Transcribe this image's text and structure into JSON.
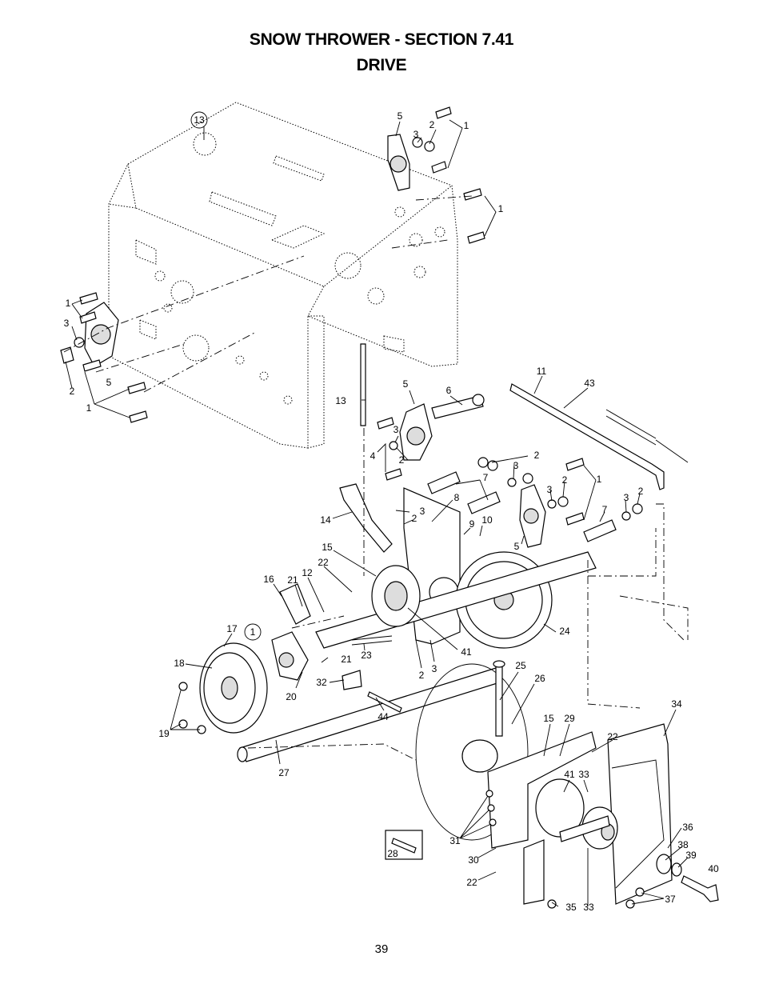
{
  "header": {
    "title_line1": "SNOW THROWER - SECTION 7.41",
    "title_line2": "DRIVE"
  },
  "footer": {
    "page_number": "39"
  },
  "callouts": [
    {
      "id": "c1",
      "text": "13"
    },
    {
      "id": "c2",
      "text": "5"
    },
    {
      "id": "c3",
      "text": "3"
    },
    {
      "id": "c4",
      "text": "2"
    },
    {
      "id": "c5",
      "text": "1"
    },
    {
      "id": "c6",
      "text": "1"
    },
    {
      "id": "c7",
      "text": "1"
    },
    {
      "id": "c8",
      "text": "3"
    },
    {
      "id": "c9",
      "text": "5"
    },
    {
      "id": "c10",
      "text": "2"
    },
    {
      "id": "c11",
      "text": "1"
    },
    {
      "id": "c12",
      "text": "13"
    },
    {
      "id": "c13",
      "text": "11"
    },
    {
      "id": "c14",
      "text": "43"
    },
    {
      "id": "c15",
      "text": "5"
    },
    {
      "id": "c16",
      "text": "6"
    },
    {
      "id": "c17",
      "text": "3"
    },
    {
      "id": "c18",
      "text": "4"
    },
    {
      "id": "c19",
      "text": "2"
    },
    {
      "id": "c20",
      "text": "2"
    },
    {
      "id": "c21",
      "text": "3"
    },
    {
      "id": "c22",
      "text": "7"
    },
    {
      "id": "c23",
      "text": "2"
    },
    {
      "id": "c24",
      "text": "1"
    },
    {
      "id": "c25",
      "text": "3"
    },
    {
      "id": "c26",
      "text": "3"
    },
    {
      "id": "c27",
      "text": "2"
    },
    {
      "id": "c28",
      "text": "8"
    },
    {
      "id": "c29",
      "text": "7"
    },
    {
      "id": "c30",
      "text": "14"
    },
    {
      "id": "c31",
      "text": "3"
    },
    {
      "id": "c32",
      "text": "2"
    },
    {
      "id": "c33",
      "text": "9"
    },
    {
      "id": "c34",
      "text": "10"
    },
    {
      "id": "c35",
      "text": "5"
    },
    {
      "id": "c36",
      "text": "15"
    },
    {
      "id": "c37",
      "text": "22"
    },
    {
      "id": "c38",
      "text": "16"
    },
    {
      "id": "c39",
      "text": "21"
    },
    {
      "id": "c40",
      "text": "12"
    },
    {
      "id": "c41",
      "text": "17"
    },
    {
      "id": "c42",
      "text": "1"
    },
    {
      "id": "c43",
      "text": "18"
    },
    {
      "id": "c44",
      "text": "21"
    },
    {
      "id": "c45",
      "text": "23"
    },
    {
      "id": "c46",
      "text": "41"
    },
    {
      "id": "c47",
      "text": "24"
    },
    {
      "id": "c48",
      "text": "32"
    },
    {
      "id": "c49",
      "text": "2"
    },
    {
      "id": "c50",
      "text": "3"
    },
    {
      "id": "c51",
      "text": "20"
    },
    {
      "id": "c52",
      "text": "25"
    },
    {
      "id": "c53",
      "text": "26"
    },
    {
      "id": "c54",
      "text": "19"
    },
    {
      "id": "c55",
      "text": "44"
    },
    {
      "id": "c56",
      "text": "34"
    },
    {
      "id": "c57",
      "text": "15"
    },
    {
      "id": "c58",
      "text": "29"
    },
    {
      "id": "c59",
      "text": "22"
    },
    {
      "id": "c60",
      "text": "27"
    },
    {
      "id": "c61",
      "text": "41"
    },
    {
      "id": "c62",
      "text": "33"
    },
    {
      "id": "c63",
      "text": "36"
    },
    {
      "id": "c64",
      "text": "31"
    },
    {
      "id": "c65",
      "text": "38"
    },
    {
      "id": "c66",
      "text": "39"
    },
    {
      "id": "c67",
      "text": "28"
    },
    {
      "id": "c68",
      "text": "30"
    },
    {
      "id": "c69",
      "text": "40"
    },
    {
      "id": "c70",
      "text": "22"
    },
    {
      "id": "c71",
      "text": "35"
    },
    {
      "id": "c72",
      "text": "33"
    },
    {
      "id": "c73",
      "text": "37"
    }
  ]
}
